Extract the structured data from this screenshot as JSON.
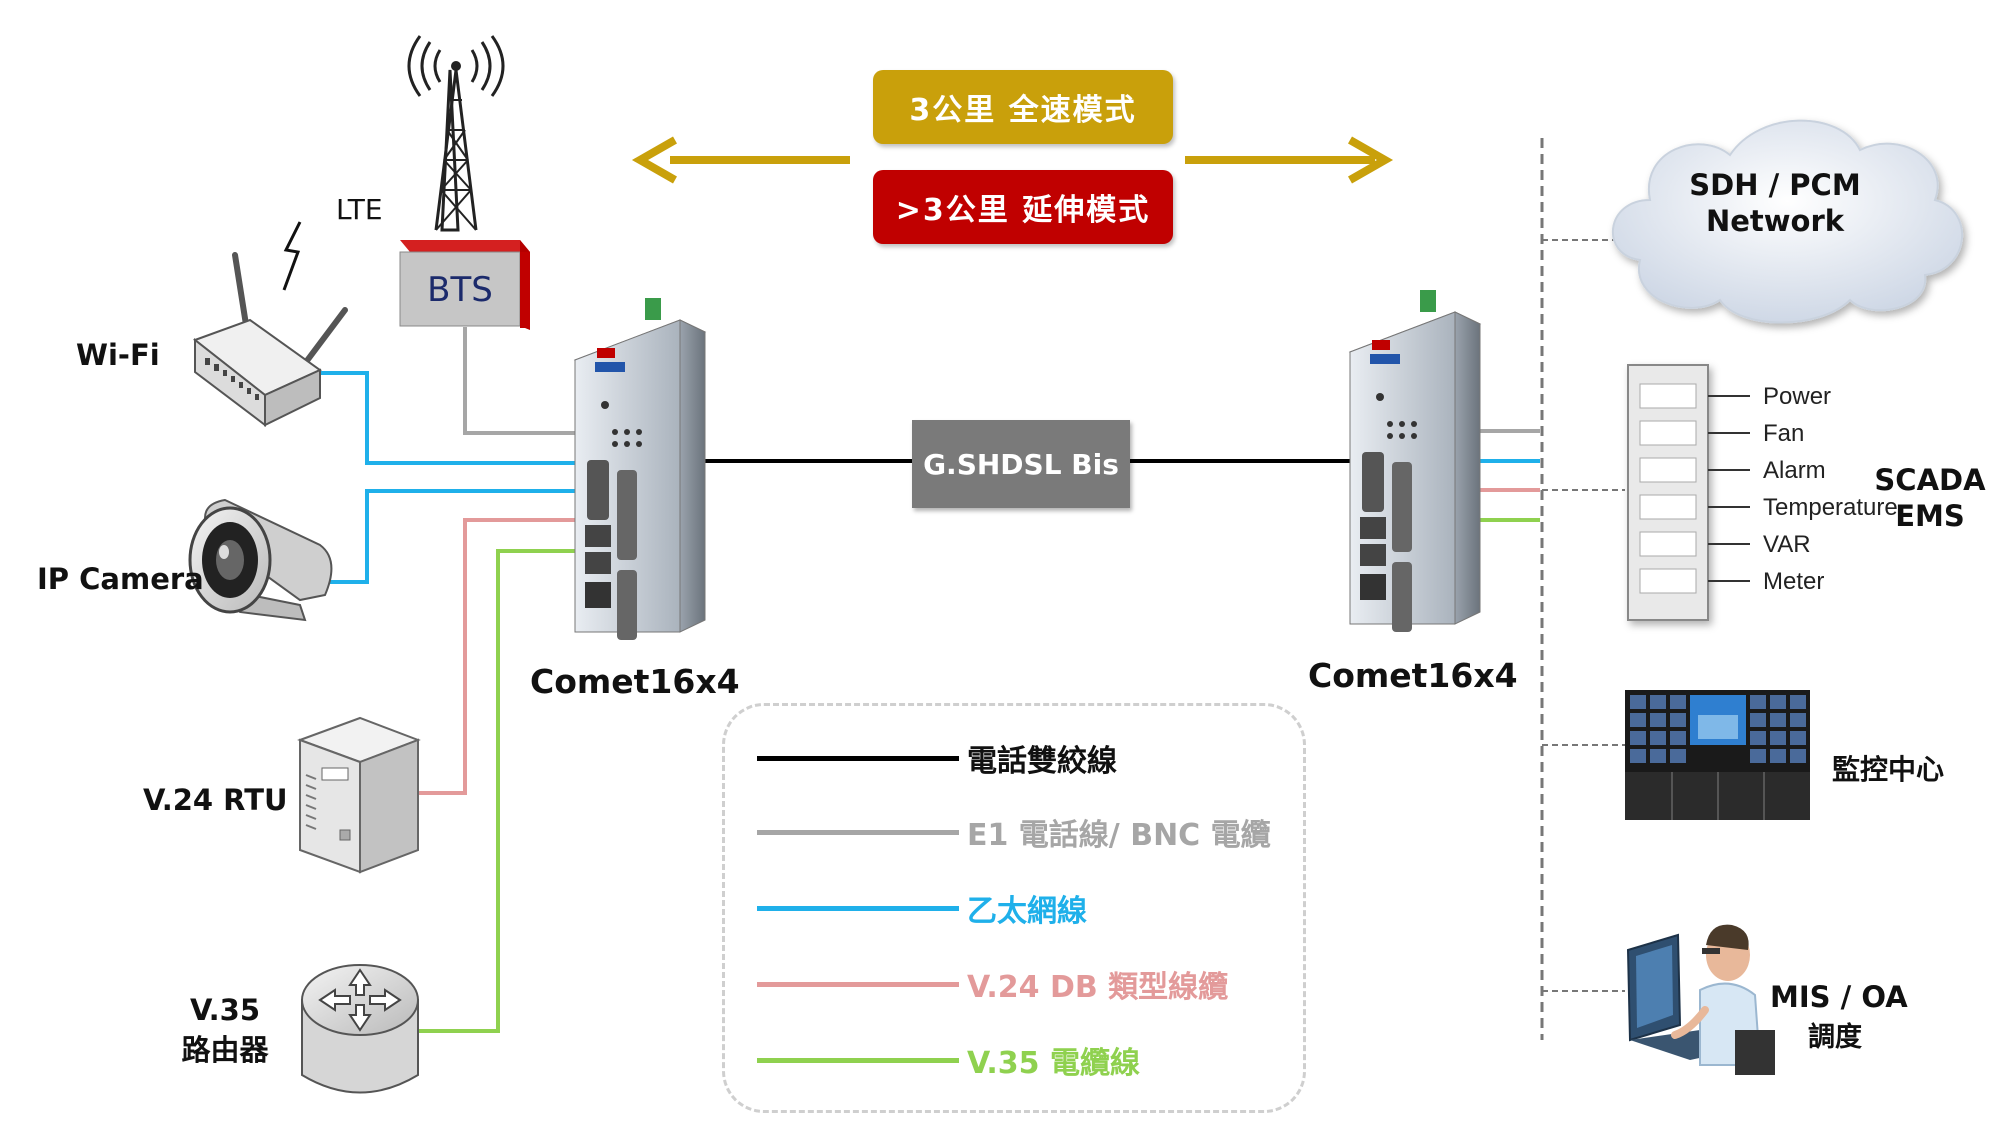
{
  "banners": {
    "full_speed": "3公里  全速模式",
    "extended": ">3公里  延伸模式"
  },
  "link_label": "G.SHDSL Bis",
  "devices": {
    "left_unit": "Comet16x4",
    "right_unit": "Comet16x4",
    "bts": "BTS",
    "lte": "LTE",
    "wifi": "Wi-Fi",
    "ip_camera": "IP Camera",
    "rtu": "V.24  RTU",
    "router_line1": "V.35",
    "router_line2": "路由器"
  },
  "right_side": {
    "cloud_line1": "SDH / PCM",
    "cloud_line2": "Network",
    "scada_items": [
      "Power",
      "Fan",
      "Alarm",
      "Temperature",
      "VAR",
      "Meter"
    ],
    "scada_line1": "SCADA",
    "scada_line2": "EMS",
    "monitoring": "監控中心",
    "mis_line1": "MIS / OA",
    "mis_line2": "調度"
  },
  "legend": [
    {
      "text": "電話雙絞線",
      "color": "#000000"
    },
    {
      "text": "E1 電話線/ BNC 電纜",
      "color": "#a6a6a6"
    },
    {
      "text": "乙太網線",
      "color": "#1fb0ea"
    },
    {
      "text": "V.24 DB 類型線纜",
      "color": "#e39a9a"
    },
    {
      "text": "V.35 電纜線",
      "color": "#8fd14f"
    }
  ],
  "colors": {
    "gold": "#c9a00b",
    "red": "#c00000",
    "ethernet": "#1fb0ea",
    "v24": "#e39a9a",
    "v35": "#8fd14f",
    "e1": "#a6a6a6",
    "phone": "#000000"
  }
}
